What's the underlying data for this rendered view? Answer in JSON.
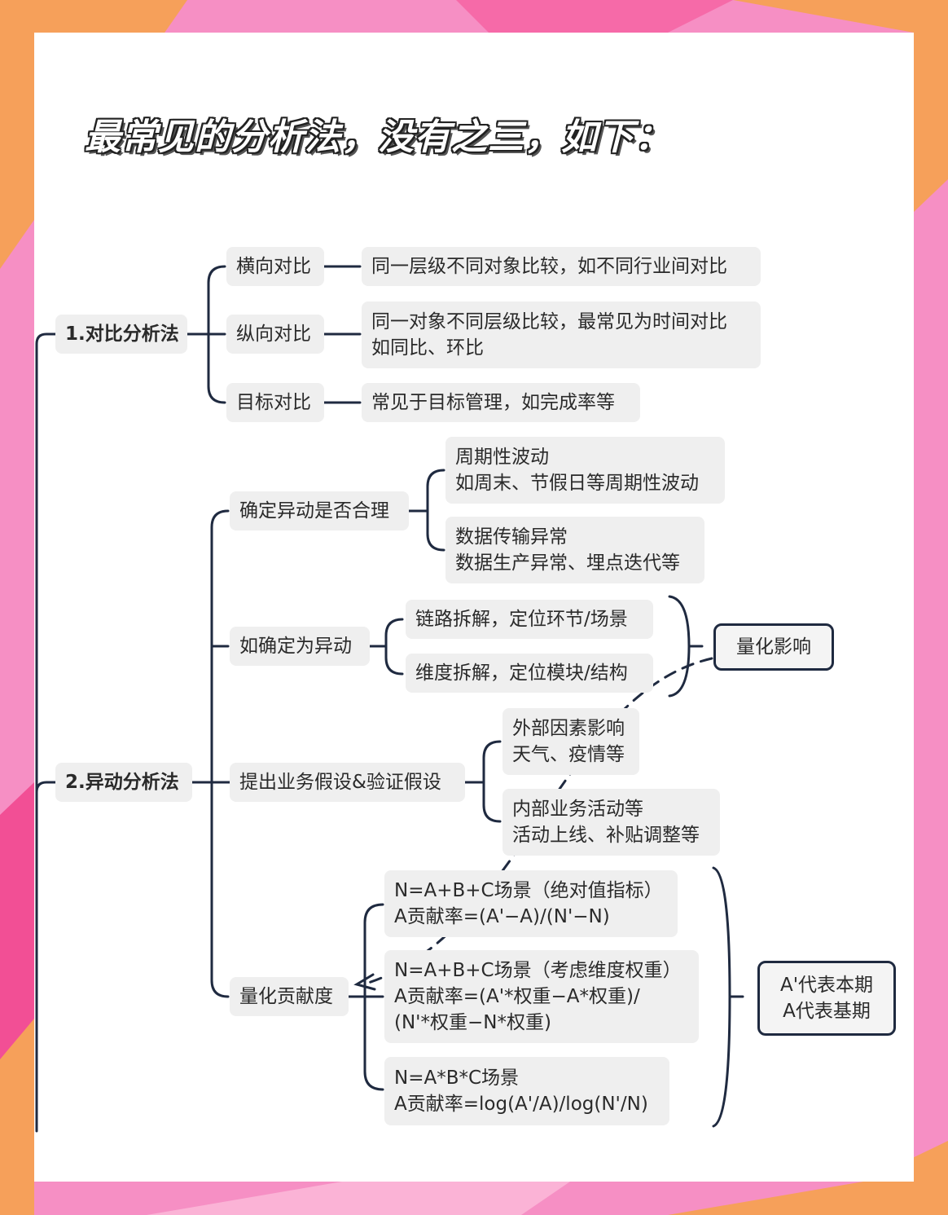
{
  "title": "最常见的分析法，没有之三，如下：",
  "branch1": {
    "label": "1.对比分析法",
    "items": [
      {
        "label": "横向对比",
        "desc": [
          "同一层级不同对象比较，如不同行业间对比"
        ]
      },
      {
        "label": "纵向对比",
        "desc": [
          "同一对象不同层级比较，最常见为时间对比",
          "如同比、环比"
        ]
      },
      {
        "label": "目标对比",
        "desc": [
          "常见于目标管理，如完成率等"
        ]
      }
    ]
  },
  "branch2": {
    "label": "2.异动分析法",
    "reasonable": {
      "label": "确定异动是否合理",
      "children": [
        [
          "周期性波动",
          "如周末、节假日等周期性波动"
        ],
        [
          "数据传输异常",
          "数据生产异常、埋点迭代等"
        ]
      ]
    },
    "confirm": {
      "label": "如确定为异动",
      "children": [
        "链路拆解，定位环节/场景",
        "维度拆解，定位模块/结构"
      ],
      "note": "量化影响"
    },
    "hypothesis": {
      "label": "提出业务假设&验证假设",
      "children": [
        [
          "外部因素影响",
          "天气、疫情等"
        ],
        [
          "内部业务活动等",
          "活动上线、补贴调整等"
        ]
      ]
    },
    "contribution": {
      "label": "量化贡献度",
      "children": [
        [
          "N=A+B+C场景（绝对值指标）",
          "A贡献率=(A'−A)/(N'−N)"
        ],
        [
          "N=A+B+C场景（考虑维度权重）",
          "A贡献率=(A'*权重−A*权重)/",
          "(N'*权重−N*权重)"
        ],
        [
          "N=A*B*C场景",
          "A贡献率=log(A'/A)/log(N'/N)"
        ]
      ],
      "note": [
        "A'代表本期",
        "A代表基期"
      ]
    }
  },
  "colors": {
    "line": "#1f2a40",
    "node_bg": "#efefef",
    "card": "#ffffff",
    "bg_pink": "#f68fc4",
    "bg_orange": "#f6a05a"
  }
}
